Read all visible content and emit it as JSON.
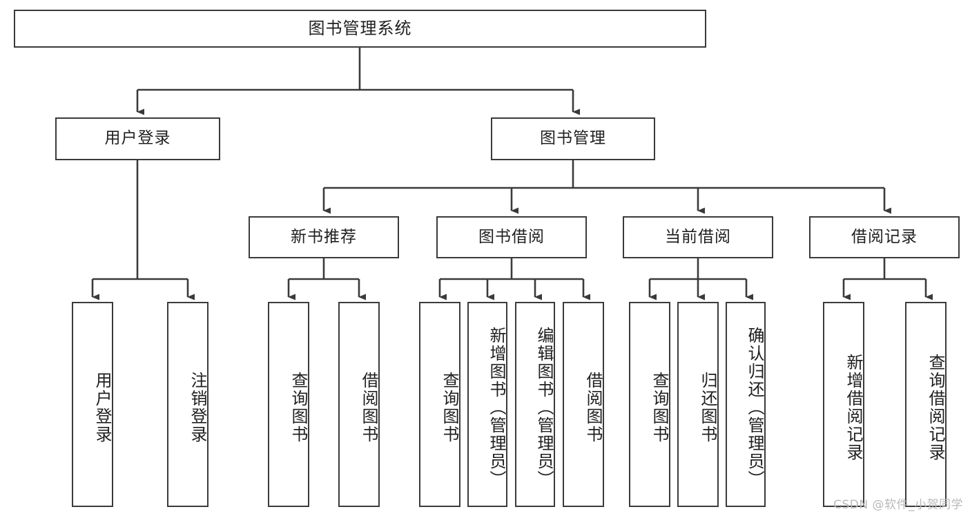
{
  "diagram": {
    "title": "图书管理系统",
    "type": "functional-structure-tree",
    "root": {
      "label": "图书管理系统"
    },
    "level2": [
      {
        "label": "用户登录"
      },
      {
        "label": "图书管理"
      }
    ],
    "level3": [
      {
        "label": "新书推荐"
      },
      {
        "label": "图书借阅"
      },
      {
        "label": "当前借阅"
      },
      {
        "label": "借阅记录"
      }
    ],
    "leaves": {
      "user_login": [
        {
          "label": "用户登录"
        },
        {
          "label": "注销登录"
        }
      ],
      "new_book_recommend": [
        {
          "label": "查询图书"
        },
        {
          "label": "借阅图书"
        }
      ],
      "book_borrow": [
        {
          "label": "查询图书"
        },
        {
          "label": "新增图书（管理员）"
        },
        {
          "label": "编辑图书（管理员）"
        },
        {
          "label": "借阅图书"
        }
      ],
      "current_borrow": [
        {
          "label": "查询图书"
        },
        {
          "label": "归还图书"
        },
        {
          "label": "确认归还（管理员）"
        }
      ],
      "borrow_record": [
        {
          "label": "新增借阅记录"
        },
        {
          "label": "查询借阅记录"
        }
      ]
    },
    "watermark": "CSDN @软件_小贺同学",
    "colors": {
      "stroke": "#3a3a3a",
      "fill": "#ffffff",
      "text": "#1f1f1f",
      "watermark": "#b9b9b9"
    }
  }
}
